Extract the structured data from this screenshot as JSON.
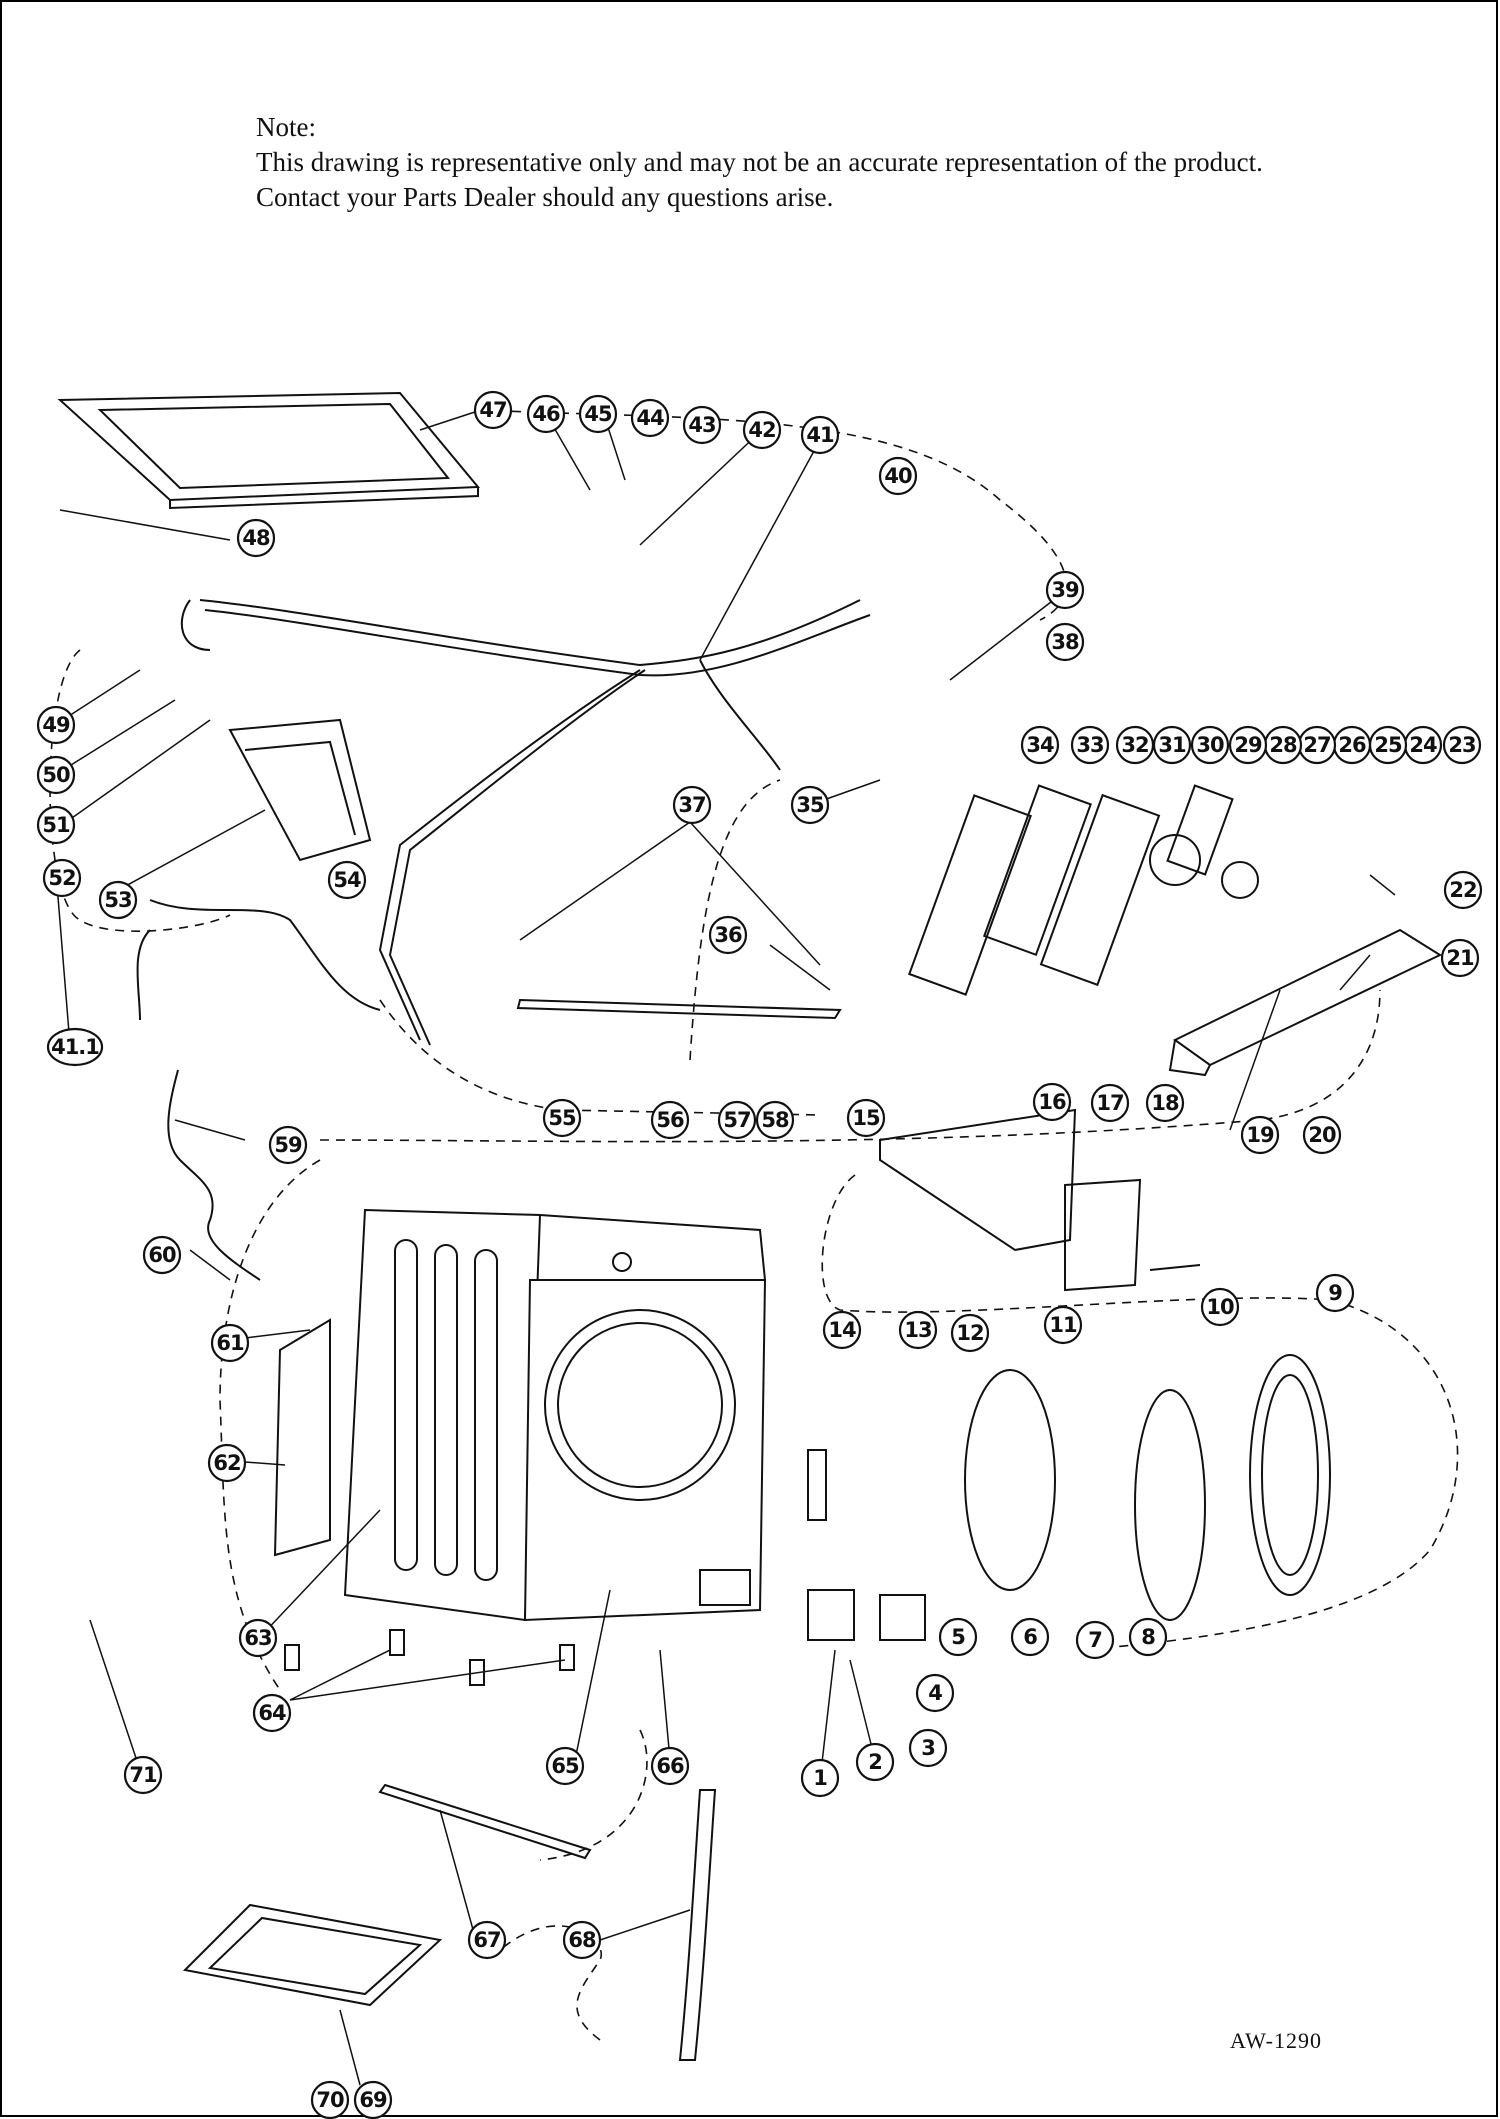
{
  "note": {
    "heading": "Note:",
    "line1": "This drawing is representative only and may not be an accurate representation of the product.",
    "line2": "Contact your Parts Dealer should any questions arise."
  },
  "model": "AW-1290",
  "callouts": [
    "1",
    "2",
    "3",
    "4",
    "5",
    "6",
    "7",
    "8",
    "9",
    "10",
    "11",
    "12",
    "13",
    "14",
    "15",
    "16",
    "17",
    "18",
    "19",
    "20",
    "21",
    "22",
    "23",
    "24",
    "25",
    "26",
    "27",
    "28",
    "29",
    "30",
    "31",
    "32",
    "33",
    "34",
    "35",
    "36",
    "37",
    "38",
    "39",
    "40",
    "41",
    "41.1",
    "42",
    "43",
    "44",
    "45",
    "46",
    "47",
    "48",
    "49",
    "50",
    "51",
    "52",
    "53",
    "54",
    "55",
    "56",
    "57",
    "58",
    "59",
    "60",
    "61",
    "62",
    "63",
    "64",
    "65",
    "66",
    "67",
    "68",
    "69",
    "70",
    "71"
  ]
}
